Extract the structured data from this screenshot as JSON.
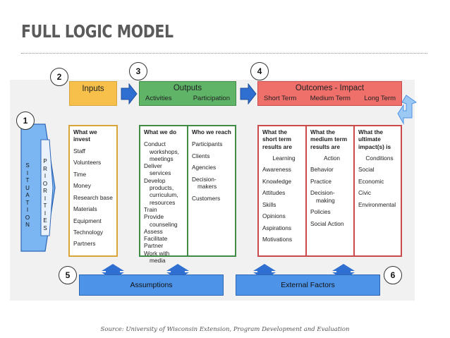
{
  "page": {
    "title": "FULL LOGIC MODEL",
    "source": "Source: University of Wisconsin Extension, Program Development and Evaluation"
  },
  "numbers": [
    "1",
    "2",
    "3",
    "4",
    "5",
    "6"
  ],
  "situation": {
    "label": "SITUATION",
    "letters": [
      "S",
      "I",
      "T",
      "U",
      "A",
      "T",
      "I",
      "O",
      "N"
    ]
  },
  "priorities": {
    "label": "PRIORITIES",
    "letters": [
      "P",
      "R",
      "I",
      "O",
      "R",
      "I",
      "T",
      "I",
      "E",
      "S"
    ]
  },
  "inputs": {
    "header": "Inputs",
    "heading": [
      "What we",
      "invest"
    ],
    "items": [
      "Staff",
      "Volunteers",
      "Time",
      "Money",
      "Research base",
      "Materials",
      "Equipment",
      "Technology",
      "Partners"
    ]
  },
  "outputs": {
    "header": "Outputs",
    "sub": [
      "Activities",
      "Participation"
    ],
    "activities": {
      "heading": "What we do",
      "items": [
        "Conduct",
        "workshops,",
        "meetings",
        "Deliver",
        "services",
        "Develop",
        "products,",
        "curriculum,",
        "resources",
        "Train",
        "Provide",
        "counseling",
        "Assess",
        "Facilitate",
        "Partner",
        "Work with",
        "media"
      ]
    },
    "participation": {
      "heading": "Who we reach",
      "items": [
        "Participants",
        "Clients",
        "Agencies",
        "Decision-",
        "makers",
        "Customers"
      ]
    }
  },
  "outcomes": {
    "header": "Outcomes - Impact",
    "sub": [
      "Short Term",
      "Medium Term",
      "Long Term"
    ],
    "short": {
      "heading": [
        "What the",
        "short term",
        "results are"
      ],
      "items": [
        "Learning",
        "Awareness",
        "Knowledge",
        "Attitudes",
        "Skills",
        "Opinions",
        "Aspirations",
        "Motivations"
      ]
    },
    "medium": {
      "heading": [
        "What the",
        "medium term",
        "results are"
      ],
      "items": [
        "Action",
        "Behavior",
        "Practice",
        "Decision-",
        "making",
        "Policies",
        "Social Action"
      ]
    },
    "long": {
      "heading": [
        "What the",
        "ultimate",
        "impact(s) is"
      ],
      "items": [
        "Conditions",
        "Social",
        "Economic",
        "Civic",
        "Environmental"
      ]
    }
  },
  "assumptions": "Assumptions",
  "external_factors": "External Factors",
  "colors": {
    "inputs": "#f6c04b",
    "inputs_border": "#d9a53a",
    "outputs": "#5fb468",
    "outputs_border": "#3f8c47",
    "outcomes": "#ef6f6b",
    "outcomes_border": "#c94a4a",
    "blue": "#4d93e8",
    "situation_fill": "#7cb6f2",
    "title": "#5a5a5a"
  }
}
